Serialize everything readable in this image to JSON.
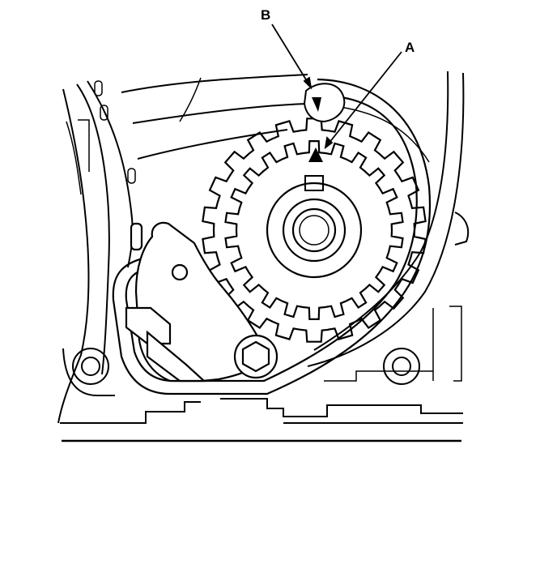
{
  "callouts": {
    "a": "A",
    "b": "B"
  },
  "colors": {
    "ink": "#000000",
    "paper": "#ffffff"
  },
  "sprocket": {
    "teeth": 22
  }
}
